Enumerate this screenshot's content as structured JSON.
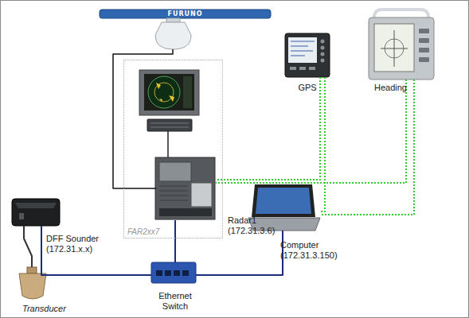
{
  "diagram": {
    "nodes": [
      {
        "text": [
          "FURUNO"
        ]
      },
      {
        "text": [
          "FAR2xx7"
        ]
      },
      {
        "text": [
          "Radar1 (172.31.3.6)"
        ],
        "in": 1
      },
      {
        "text": [
          "GPS"
        ]
      },
      {
        "text": [
          "Heading"
        ]
      },
      {
        "text": [
          "DFF Sounder (172.31.x.x)"
        ]
      },
      {
        "text": [
          "Computer (172.31.3.150)"
        ]
      },
      {
        "text": [
          "Ethernet Switch"
        ]
      },
      {
        "text": [
          "Transducer"
        ]
      }
    ],
    "edges": [
      {
        "from": 0,
        "to": 2,
        "arrow": "none"
      },
      {
        "from": 3,
        "to": 2,
        "arrow": "none"
      },
      {
        "from": 4,
        "to": 2,
        "arrow": "none"
      },
      {
        "from": 3,
        "to": 6,
        "arrow": "none"
      },
      {
        "from": 4,
        "to": 6,
        "arrow": "none"
      },
      {
        "from": 2,
        "to": 7,
        "arrow": "none"
      },
      {
        "from": 5,
        "to": 7,
        "arrow": "none"
      },
      {
        "from": 6,
        "to": 7,
        "arrow": "none"
      },
      {
        "from": 8,
        "to": 5,
        "arrow": "none"
      }
    ]
  }
}
